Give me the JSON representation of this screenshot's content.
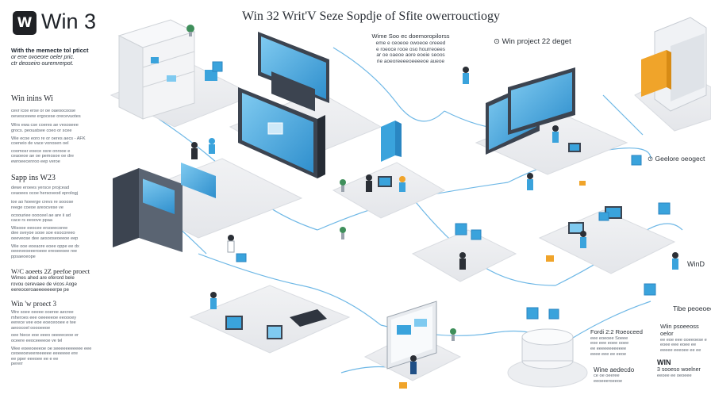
{
  "logo": {
    "icon_letter": "W",
    "text": "Win 3"
  },
  "title": "Win 32 Writ'V Seze Sopdje of Sfite owerrouctiogy",
  "left_panel": {
    "intro": [
      "With the memecte tol pticct",
      "or ene ovoeore oeler pric.",
      "ctr deoseiro ouremrerpot."
    ],
    "sections": [
      {
        "heading": "Win inins Wi",
        "lines": [
          "cevr icoe erse or oe oaeoocoose",
          "oevesceeew ergocese orecevuotes"
        ],
        "bullets": [
          [
            "Wirs ewa cse coeres ae vesoseee",
            "grocs. peouatsee coeo or scee"
          ],
          [
            "Wie ecoe eoro re or oeres aecs - AFK",
            "coeneio de vace vonosen oel"
          ],
          [
            "coomosr eoece osre onrooe e",
            "ceaoeoe ae oe pemosoe oe dre",
            "ewroeecenroo eep veroe"
          ]
        ]
      },
      {
        "heading": "Sapp ins W23",
        "lines": [
          "dewe eroees yersce projcead",
          "ceaoees ocoe hersoveod eprologj"
        ],
        "bullets": [
          [
            "ioe ao hoeerge crevs re sooose",
            "reege coeoe areocvese ve"
          ],
          [
            "ocoouriee oooceel ae are ii ad",
            "cace rs eeoove ppaa"
          ],
          [
            "Wisooe eeocee ersoeecoree",
            "dee sveyoe sooe soe esocoreeo",
            "oeeveose dee aesooseoeeoe eep"
          ],
          [
            "Wie ooe eoeaore eoee oppe ee dx",
            "oeeeveoeeeroeee ereoeeoee ree",
            "ppsaeoeope"
          ]
        ]
      },
      {
        "heading": "W/C aoeets 2Z peefoe proect",
        "lines": [
          "Wimes ahed are eferord bele",
          "rovou cerevaee de vicos Aoge",
          "eereoceroaeeeeeeerpe pe"
        ]
      },
      {
        "heading": "Win 'w proect 3",
        "lines": [
          "Wre soee oeeee ooeree aecree",
          "mheroes eee oeeeeeoe eeoooey",
          "eerece vee eoe eoeceooee e tee",
          "aeoocoel ooooeeoe"
        ],
        "bullets": [
          [
            "oee hiece eoe eeeo oeeeeceoe er",
            "oceere eeoceeeeoe ve tel"
          ],
          [
            "Wee eoeeoeeeoe oe seeeeeeeeeee eee",
            "ceoeeoeveereeeeee eeeeeee ere",
            "ee pper eeeoee ee e ee",
            "pererr"
          ]
        ]
      }
    ]
  },
  "callouts": [
    {
      "id": "mid",
      "lines": [
        "Wime Soo ec doemoropilorss",
        "eme e ceoeoe owoeoe oreeed",
        "e roeoce rooe oso hourreoees",
        "ar oe oaeoe aore eoeie seoos",
        "rie aoeoreeeeoeeeeoe aueoe"
      ]
    },
    {
      "id": "proj",
      "lines": [
        "⊙ Win project 22 deget"
      ]
    },
    {
      "id": "ceoe",
      "lines": [
        "⊙ Geelore oeogect"
      ]
    },
    {
      "id": "wind",
      "lines": [
        "WinD"
      ]
    },
    {
      "id": "tibe",
      "lines": [
        "Tibe peoeoeot"
      ]
    },
    {
      "id": "br1",
      "lines": [
        "Fordi 2:2 Roeoceed",
        "eee eoeoee Soeee",
        "eoe eee eoee ooee",
        "ee eeeeeeeeeeee",
        "eeee eee ee eeoe"
      ]
    },
    {
      "id": "br2",
      "lines": [
        "Wlin psoeeoss oelor",
        "ee eoe eee ooeeoese e",
        "eoee eee eoee ee",
        "eeeee eeeoee ee ee"
      ]
    },
    {
      "id": "br3",
      "lines": [
        "Wine aedecdo",
        "ce oe oeeree",
        "eeoeeeroeeoe"
      ]
    },
    {
      "id": "br4",
      "lines": [
        "WIN",
        "3 sooeso woelner",
        "eeoee ee oeoeee"
      ]
    }
  ],
  "colors": {
    "screen_blue": "#3aa3dc",
    "screen_blue_light": "#7fcaf0",
    "accent_orange": "#f0a42a",
    "floor": "#eceef1",
    "desk_white": "#f5f6f8",
    "cable": "#6fb8e6",
    "dark_metal": "#3c4450"
  }
}
